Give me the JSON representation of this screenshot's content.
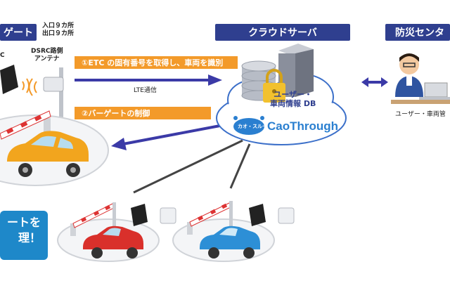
{
  "headers": {
    "gate_partial": "ゲート",
    "cloud_server": "クラウドサーバ",
    "disaster_center_partial": "防災センタ"
  },
  "gate_counts": {
    "entrance": "入口９カ所",
    "exit": "出口９カ所"
  },
  "antenna_label": {
    "line1": "DSRC路側",
    "line2": "アンテナ"
  },
  "etc_partial": "C",
  "steps": {
    "step1": "①ETC の固有番号を取得し、車両を識別",
    "step2": "②バーゲートの制御"
  },
  "lte_label": "LTE通信",
  "db_label": {
    "line1": "ユーザー・",
    "line2": "車両情報 DB"
  },
  "brand": {
    "name": "CaoThrough",
    "logo_text": "カオ・スルー"
  },
  "user_label_partial": "ユーザー・車両管",
  "note_partial": {
    "line1": "ートを",
    "line2": "理！"
  },
  "colors": {
    "header_bg": "#2f3f8f",
    "arrow": "#3b3aa7",
    "orange": "#f39a2a",
    "note_bg": "#1e88c9",
    "car_orange": "#f2a51e",
    "car_red": "#d9302b",
    "car_blue": "#2d8fd6"
  }
}
